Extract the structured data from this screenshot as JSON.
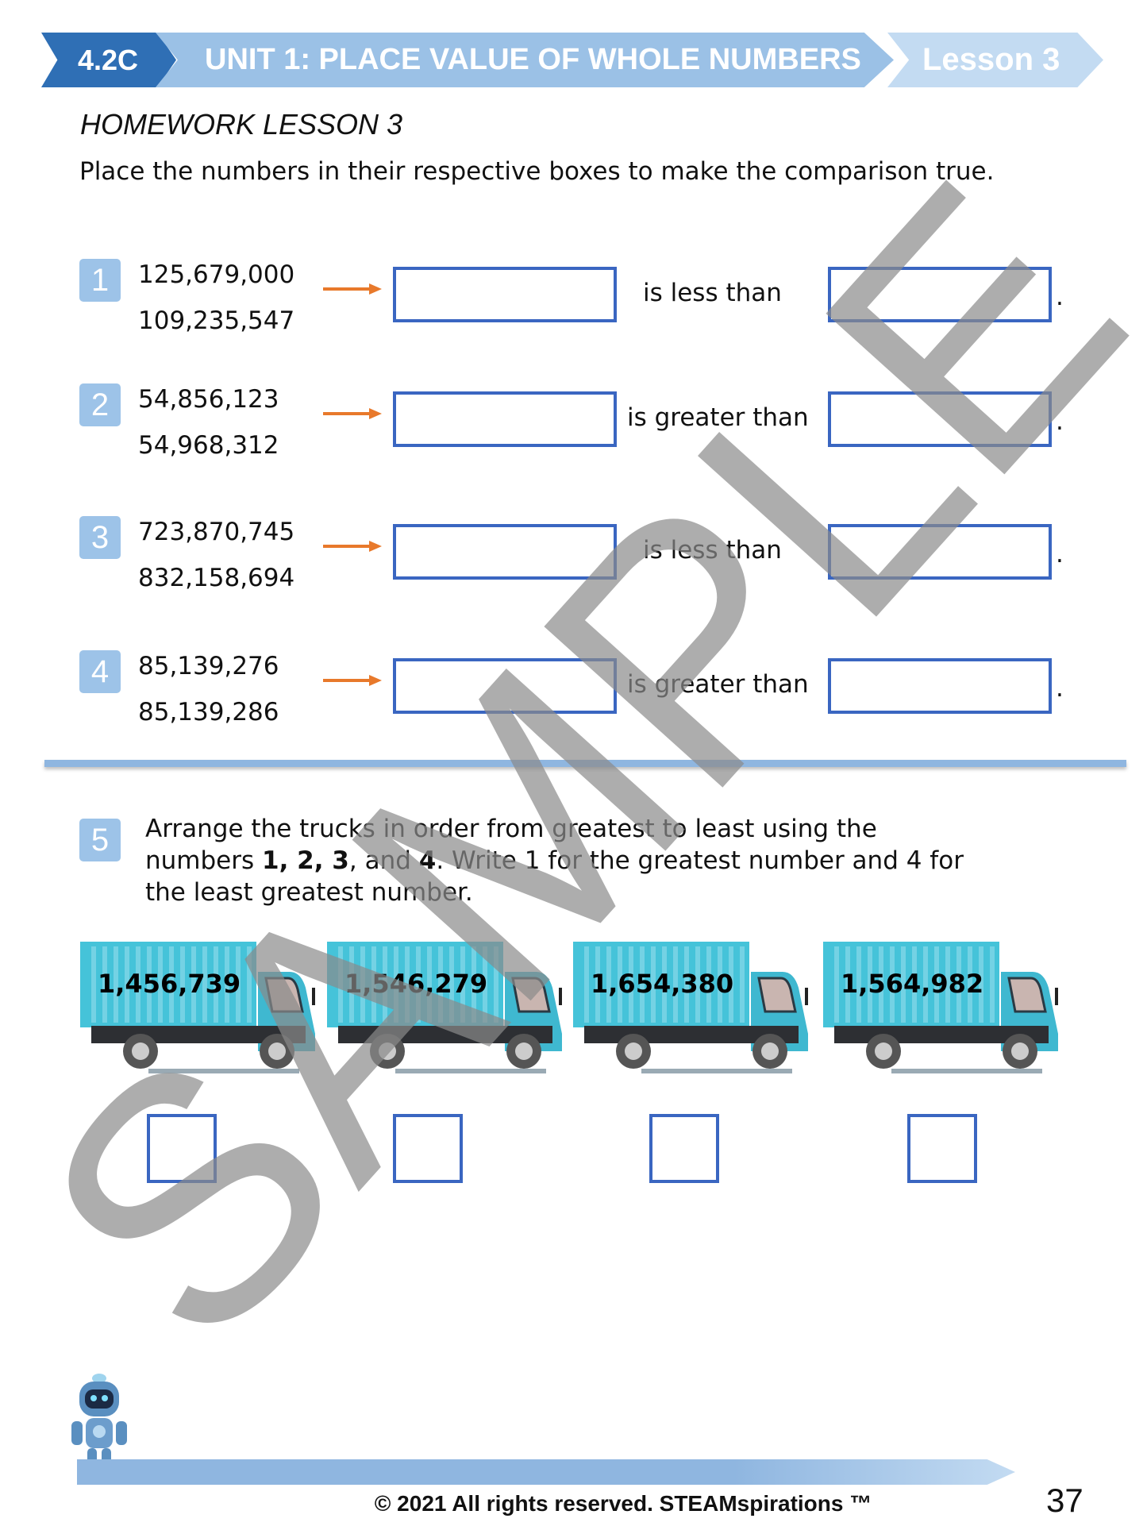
{
  "header": {
    "code": "4.2C",
    "unit": "UNIT 1: PLACE VALUE OF WHOLE NUMBERS",
    "lesson": "Lesson 3"
  },
  "title": "HOMEWORK LESSON 3",
  "instruction": "Place the numbers in their respective boxes to make the comparison true.",
  "questions": [
    {
      "n": "1",
      "a": "125,679,000",
      "b": "109,235,547",
      "comparison": "is less than",
      "end": "."
    },
    {
      "n": "2",
      "a": "54,856,123",
      "b": "54,968,312",
      "comparison": "is greater than",
      "end": "."
    },
    {
      "n": "3",
      "a": "723,870,745",
      "b": "832,158,694",
      "comparison": "is less than",
      "end": "."
    },
    {
      "n": "4",
      "a": "85,139,276",
      "b": "85,139,286",
      "comparison": "is greater than",
      "end": "."
    }
  ],
  "q5": {
    "n": "5",
    "t1": "Arrange the trucks in order from greatest to least using the",
    "t2a": "numbers ",
    "t2b": "1, 2, 3",
    "t2c": ", and ",
    "t2d": "4",
    "t2e": ". Write 1 for the greatest number and 4 for",
    "t3": "the least greatest number.",
    "trucks": [
      "1,456,739",
      "1,546,279",
      "1,654,380",
      "1,564,982"
    ]
  },
  "watermark": "SAMPLE",
  "footer": {
    "copyright": "© 2021 All rights reserved. STEAMspirations ™",
    "page": "37"
  },
  "colors": {
    "accent": "#2f6fb5",
    "box": "#3a66c1",
    "badge": "#9dc3e8",
    "arrow": "#e8792b",
    "truck": "#45c3d9"
  }
}
